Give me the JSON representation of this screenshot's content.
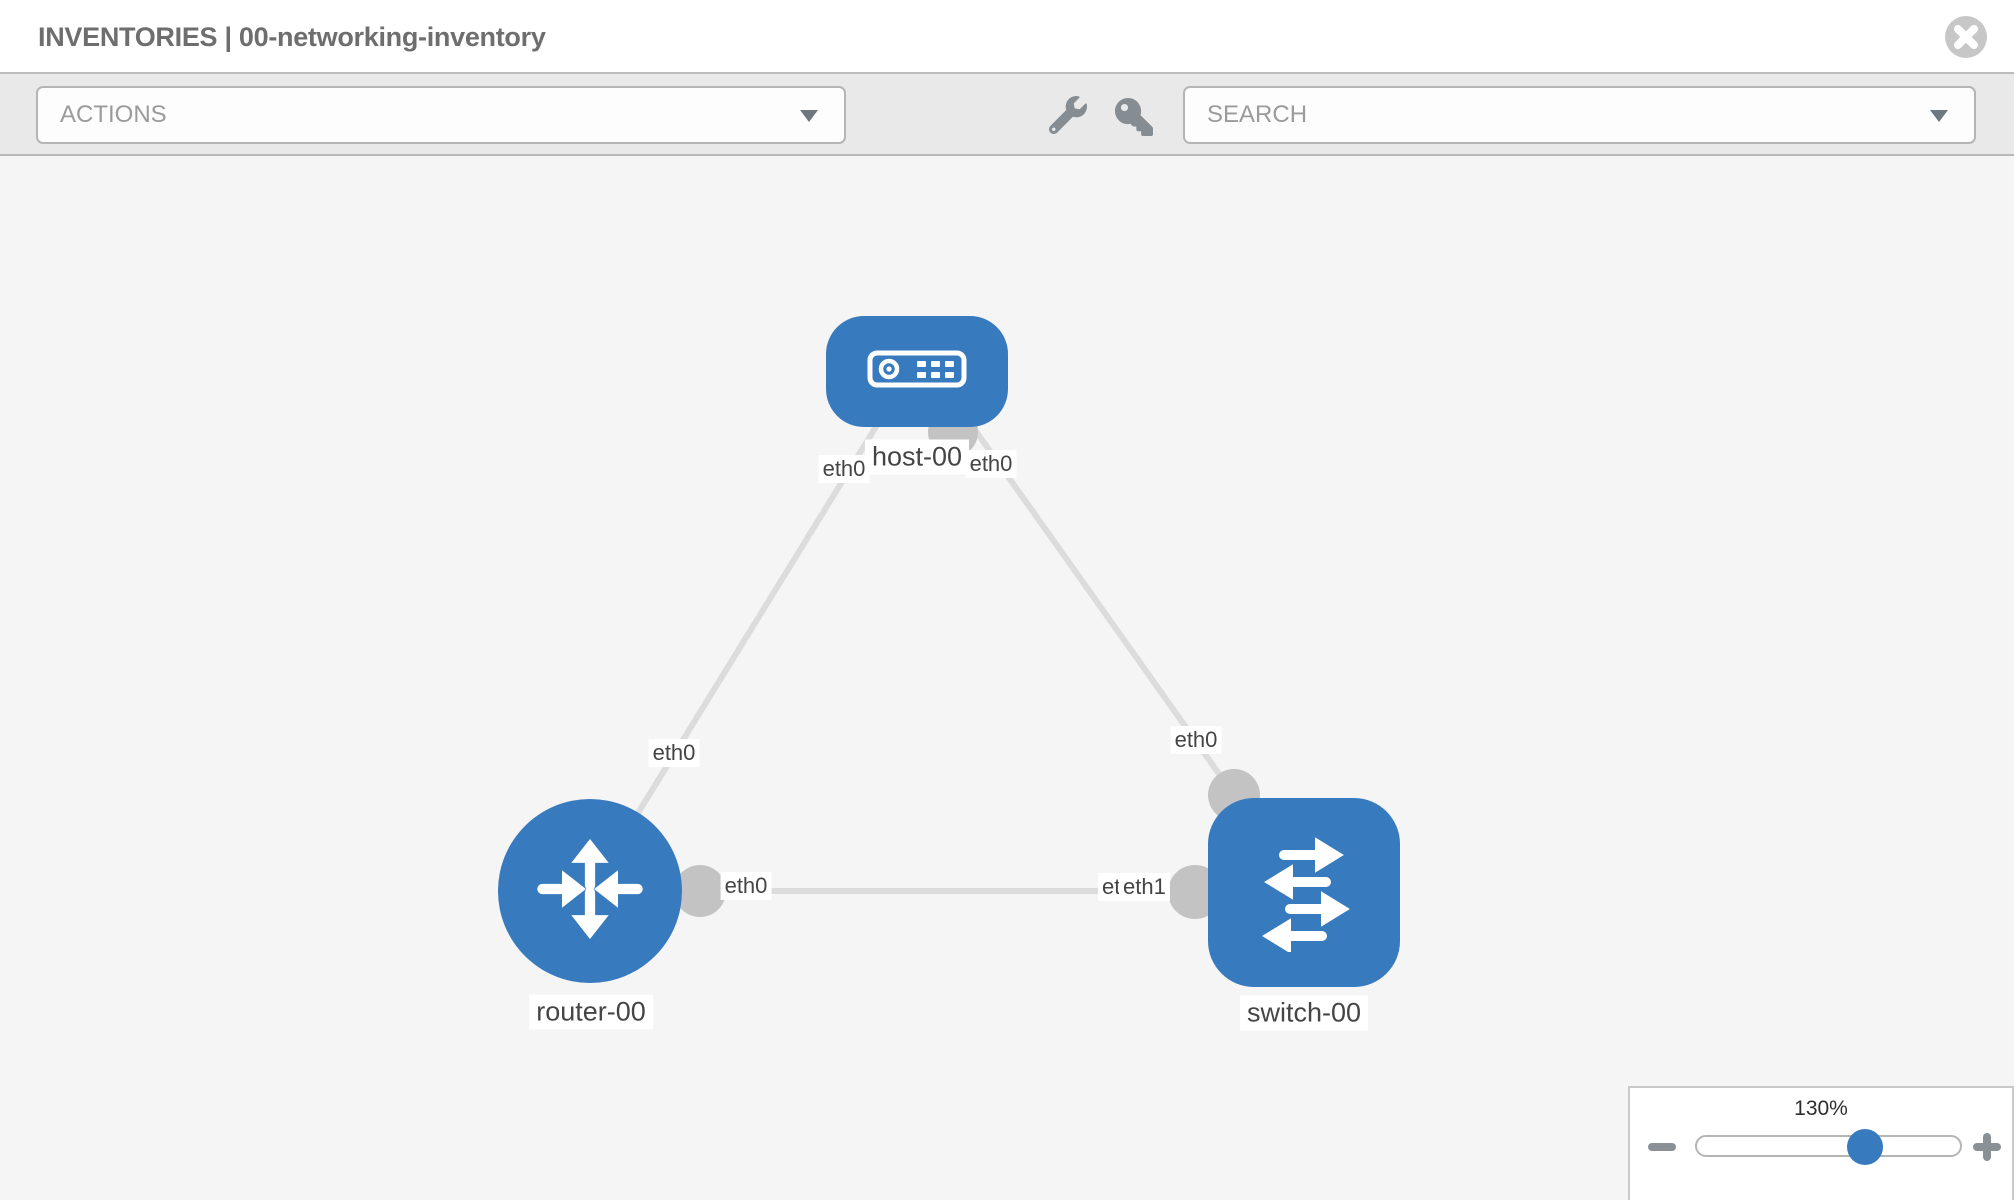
{
  "window": {
    "title": "INVENTORIES | 00-networking-inventory",
    "close_icon": "circle-x"
  },
  "toolbar": {
    "actions_label": "ACTIONS",
    "search_label": "SEARCH",
    "icons": [
      "wrench",
      "key"
    ]
  },
  "topology": {
    "nodes": {
      "host": {
        "label": "host-00",
        "type": "host",
        "icon": "server"
      },
      "router": {
        "label": "router-00",
        "type": "router",
        "icon": "route-arrows"
      },
      "switch": {
        "label": "switch-00",
        "type": "switch",
        "icon": "switch-arrows"
      }
    },
    "links": {
      "host_router": {
        "host_end": "eth0",
        "router_end": "eth0"
      },
      "host_switch": {
        "host_end": "eth0",
        "switch_end": "eth0"
      },
      "router_switch": {
        "router_end": "eth0",
        "switch_end_back": "eth0",
        "switch_end_front": "eth1"
      }
    }
  },
  "zoom": {
    "level": "130%",
    "minus_icon": "minus",
    "plus_icon": "plus"
  },
  "colors": {
    "node_blue": "#377abd",
    "link_gray": "#dcdcdc",
    "connector_gray": "#c3c3c3",
    "toolbar_bg": "#e9e9e9",
    "canvas_bg": "#f5f5f5"
  }
}
